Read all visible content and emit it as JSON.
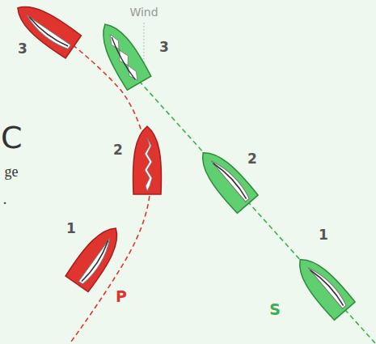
{
  "diagram": {
    "labels": [
      "Wind",
      "3",
      "3",
      "2",
      "2",
      "1",
      "1",
      "P",
      "S",
      "C",
      "ge",
      "."
    ]
  }
}
